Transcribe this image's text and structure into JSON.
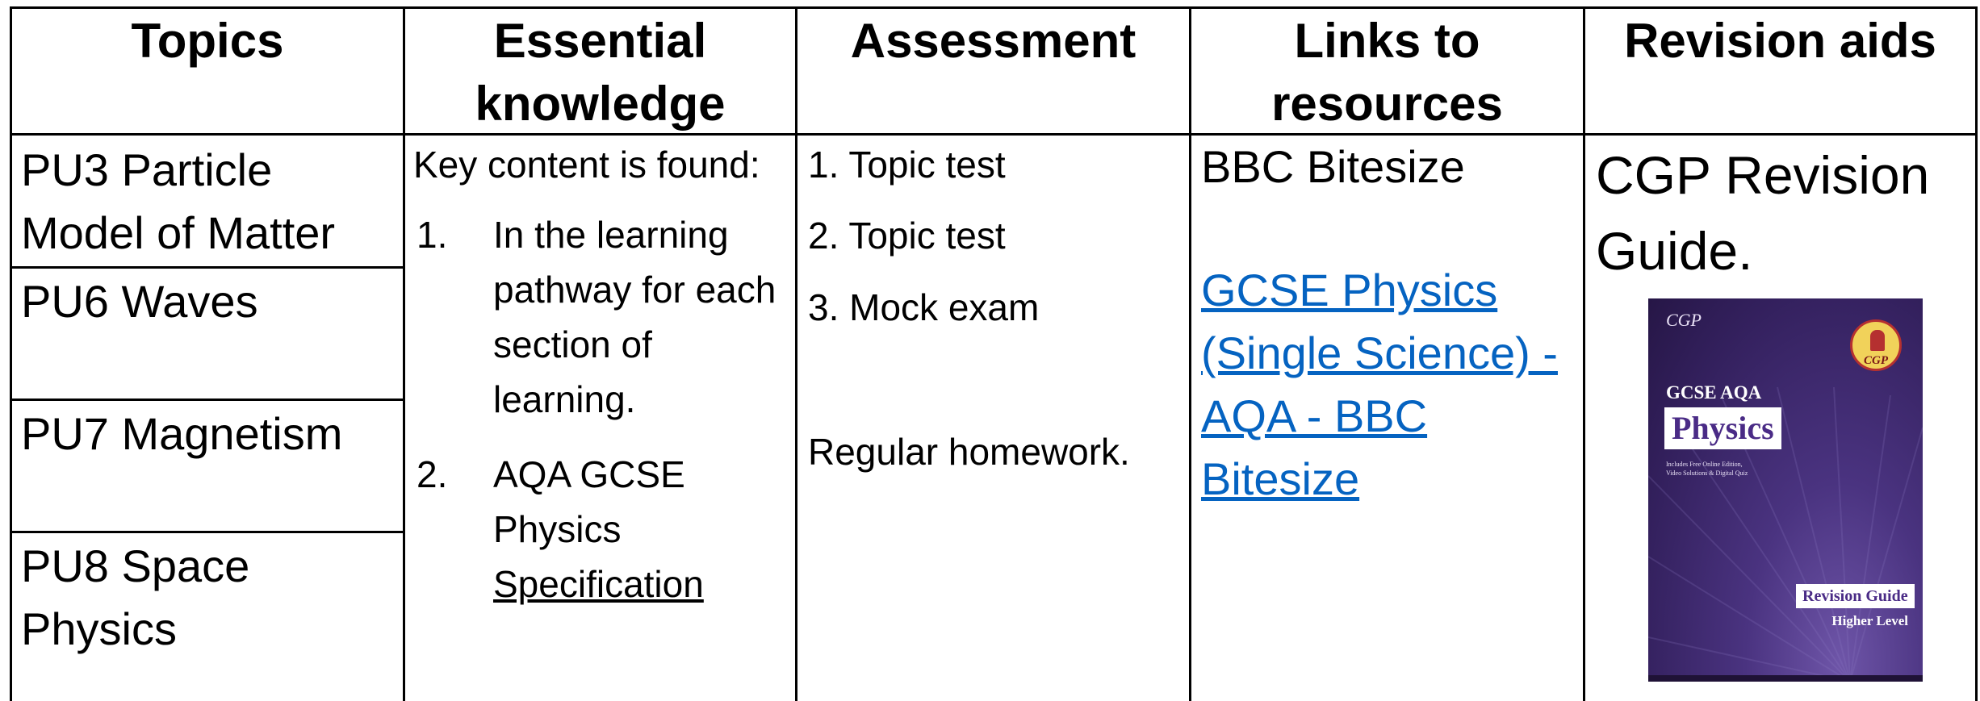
{
  "headers": {
    "topics": "Topics",
    "essential_1": "Essential",
    "essential_2": "knowledge",
    "assessment": "Assessment",
    "links_1": "Links to",
    "links_2": "resources",
    "revision": "Revision aids"
  },
  "topics": [
    "PU3 Particle Model of Matter",
    "PU6 Waves",
    "PU7 Magnetism",
    "PU8 Space Physics"
  ],
  "essential": {
    "intro": "Key content is found:",
    "item1_num": "1.",
    "item1_text": "In the learning pathway for each section of learning.",
    "item2_num": "2.",
    "item2_line1": "AQA GCSE",
    "item2_line2": "Physics",
    "item2_link": "Specification"
  },
  "assessment": {
    "items": [
      "1. Topic test",
      "2. Topic test",
      "3. Mock exam"
    ],
    "homework": "Regular homework."
  },
  "links": {
    "title": "BBC Bitesize",
    "link_text": "GCSE Physics (Single Science) - AQA - BBC Bitesize"
  },
  "revision": {
    "title": "CGP Revision Guide.",
    "book": {
      "publisher": "CGP",
      "badge": "CGP",
      "series": "GCSE AQA",
      "subject": "Physics",
      "blurb_1": "Includes Free Online Edition,",
      "blurb_2": "Video Solutions & Digital Quiz",
      "guide_label": "Revision Guide",
      "level": "Higher Level",
      "color_bg": "#3d2768",
      "color_accent": "#e8c84a"
    }
  }
}
